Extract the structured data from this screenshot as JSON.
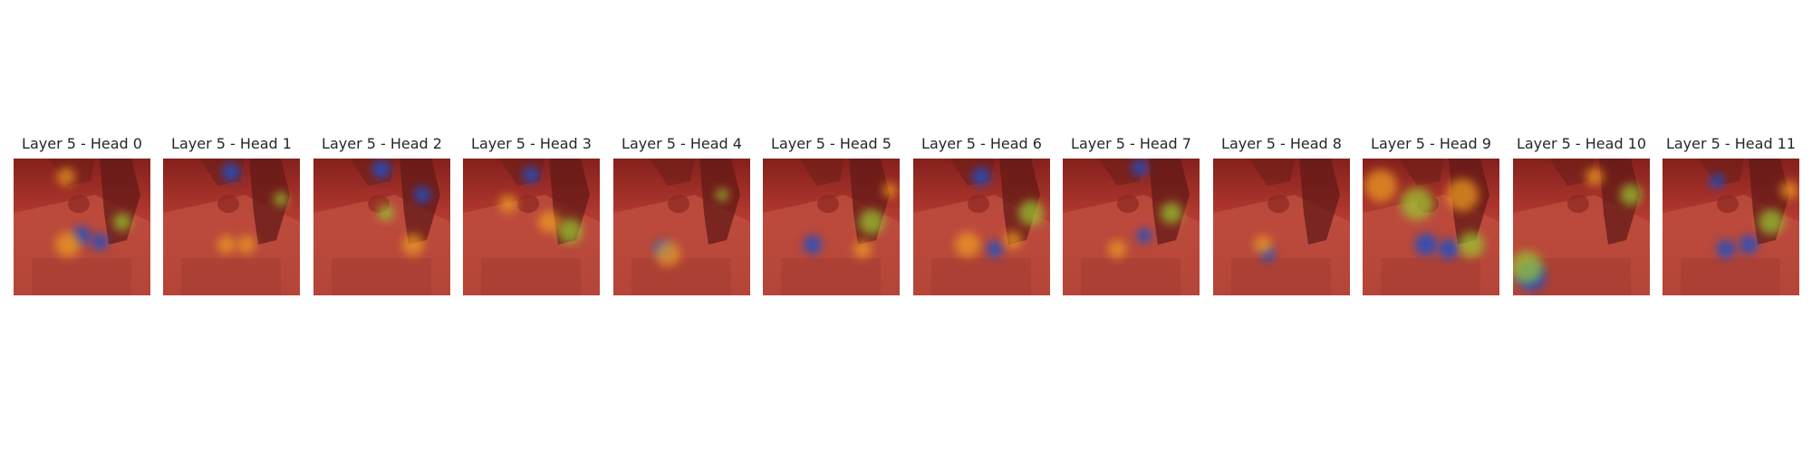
{
  "figure": {
    "panels": [
      {
        "title": "Layer 5 - Head 0"
      },
      {
        "title": "Layer 5 - Head 1"
      },
      {
        "title": "Layer 5 - Head 2"
      },
      {
        "title": "Layer 5 - Head 3"
      },
      {
        "title": "Layer 5 - Head 4"
      },
      {
        "title": "Layer 5 - Head 5"
      },
      {
        "title": "Layer 5 - Head 6"
      },
      {
        "title": "Layer 5 - Head 7"
      },
      {
        "title": "Layer 5 - Head 8"
      },
      {
        "title": "Layer 5 - Head 9"
      },
      {
        "title": "Layer 5 - Head 10"
      },
      {
        "title": "Layer 5 - Head 11"
      }
    ]
  },
  "colors": {
    "heat_low": "#b3261e",
    "heat_mid": "#f0a020",
    "heat_green": "#9acd32",
    "heat_high": "#1e50c8",
    "title_text": "#262626"
  }
}
